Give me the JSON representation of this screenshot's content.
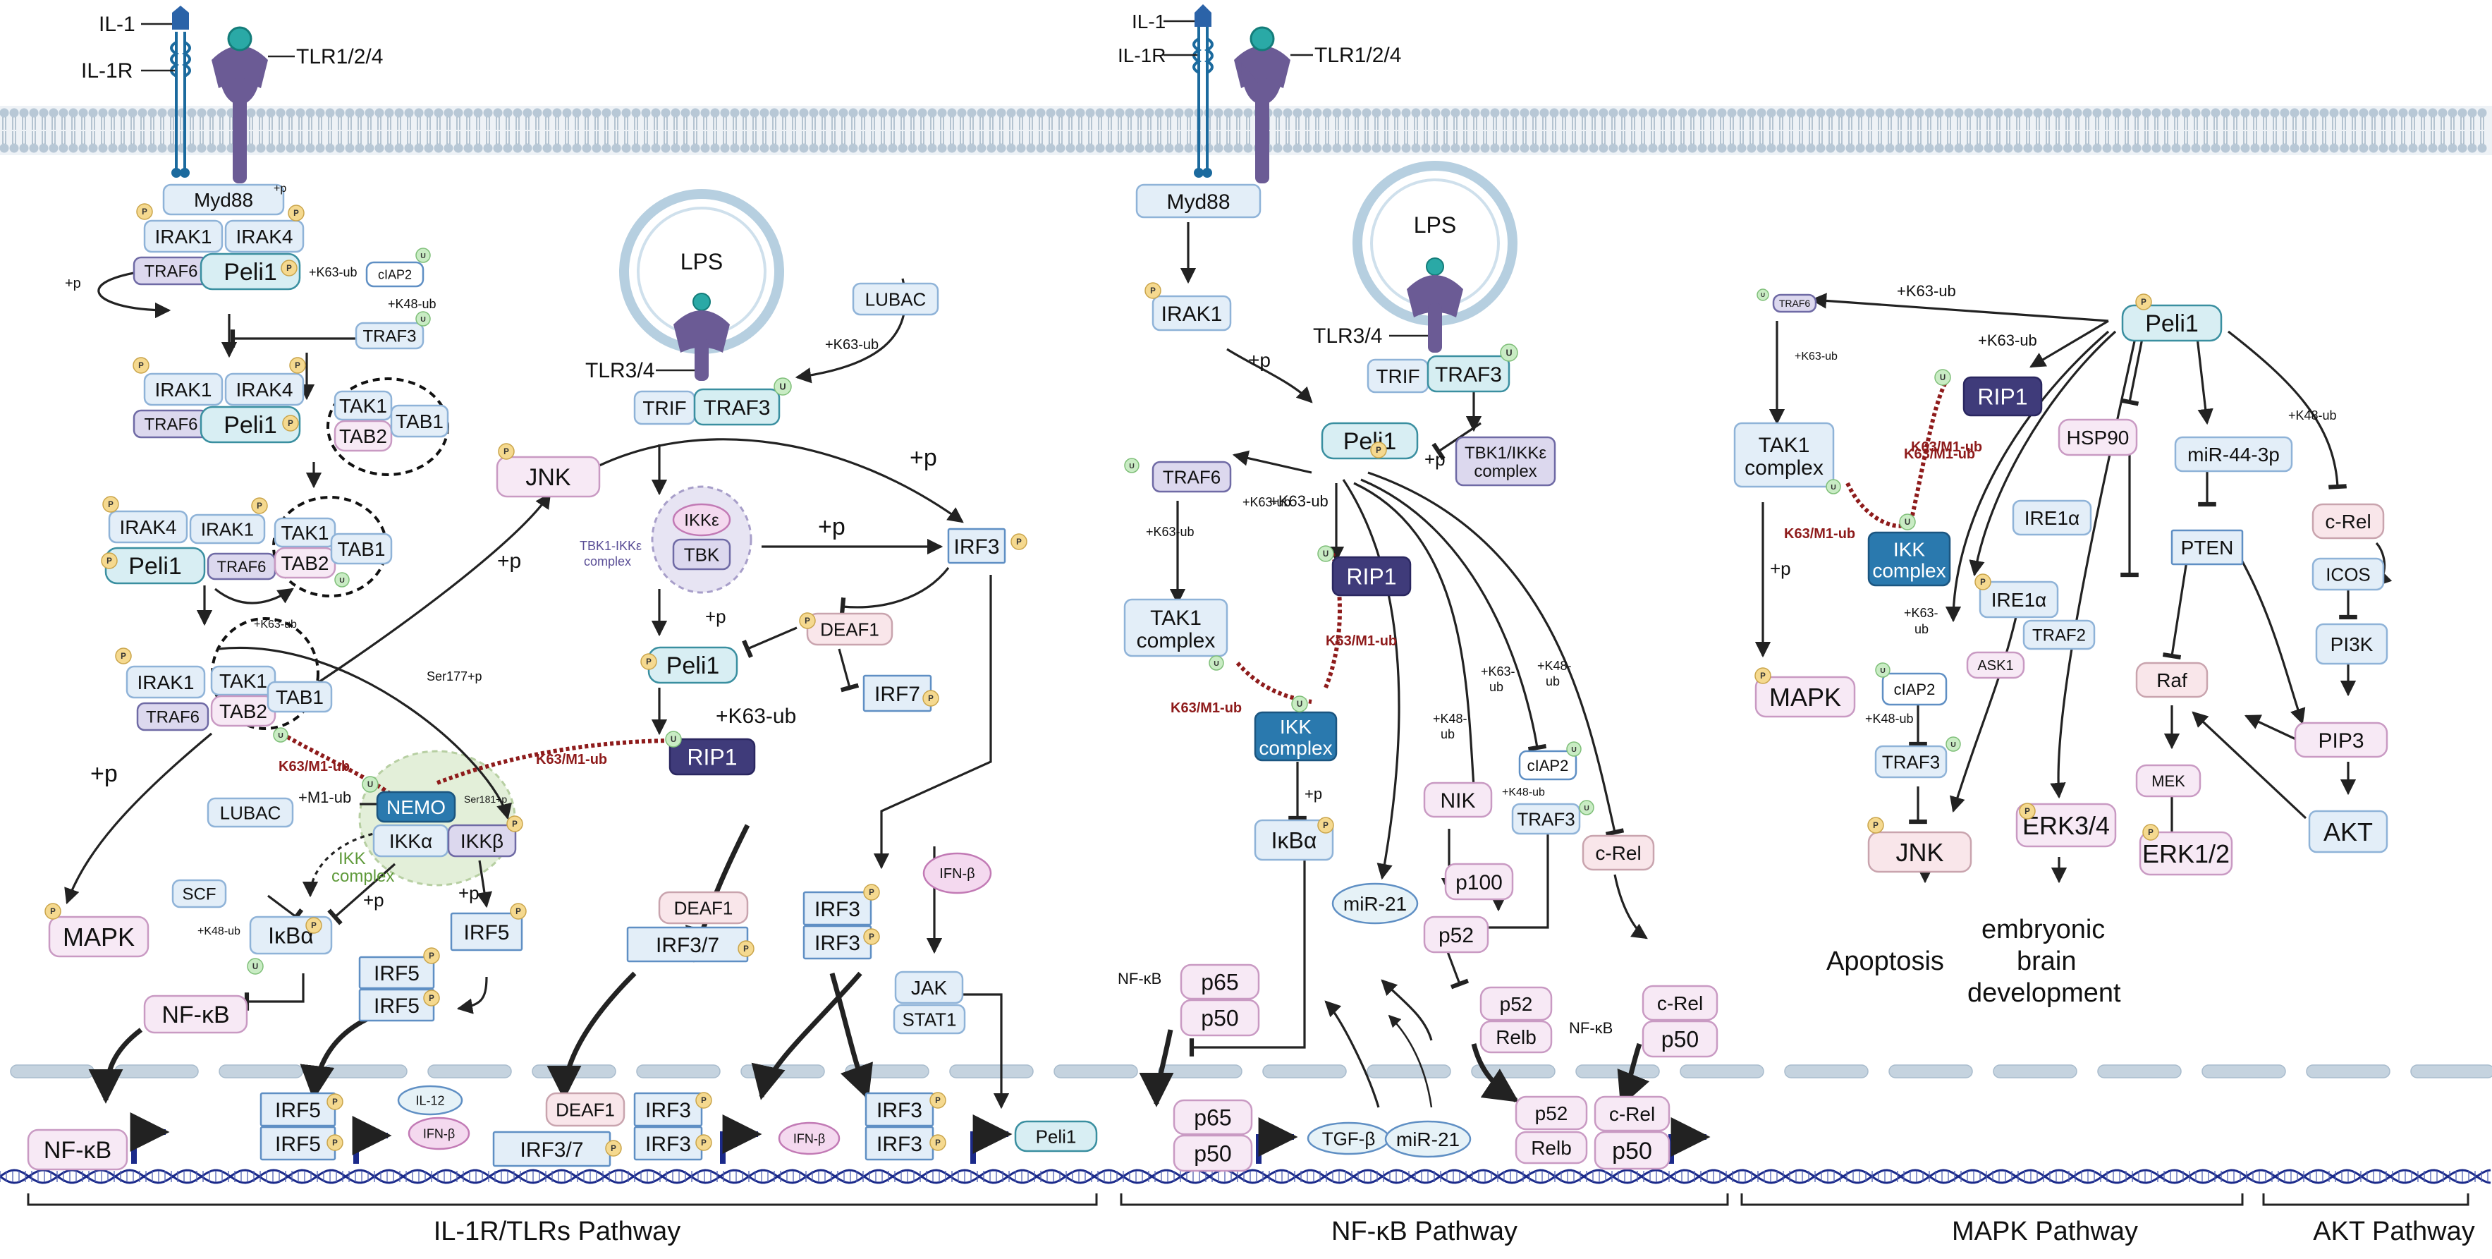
{
  "colors": {
    "membrane": "#b8c8d6",
    "membrane_dark": "#8fa6b9",
    "receptor_purple": "#6b5b95",
    "il1r_blue": "#1b6a9e",
    "teal_ligand": "#2aa9a6",
    "box_light_blue_fill": "#e3eef8",
    "box_light_blue_stroke": "#8fb3d8",
    "box_pink_fill": "#f7e9f5",
    "box_pink_stroke": "#c99ac3",
    "box_purple_fill": "#dcd8ee",
    "dark_purple": "#3f3b7a",
    "ikk_blue": "#2a79ae",
    "p_badge": "#f5d98f",
    "u_badge": "#c9ecc4",
    "red_dotted": "#8e1b1b",
    "dna_blue": "#1b2a8a",
    "nuclear_envelope": "#c5d3df",
    "promoter_arrow": "#1b2a8a"
  },
  "badges": {
    "p": "P",
    "u": "U"
  },
  "membrane_left": {
    "il1": "IL-1",
    "il1r": "IL-1R",
    "tlr": "TLR1/2/4"
  },
  "membrane_right": {
    "il1": "IL-1",
    "il1r": "IL-1R",
    "tlr": "TLR1/2/4"
  },
  "panel1": {
    "myd88": "Myd88",
    "irak1": "IRAK1",
    "irak4": "IRAK4",
    "traf6": "TRAF6",
    "peli1": "Peli1",
    "ciap2": "cIAP2",
    "traf3": "TRAF3",
    "tak1": "TAK1",
    "tab1": "TAB1",
    "tab2": "TAB2",
    "jnk": "JNK",
    "mapk": "MAPK",
    "nemo": "NEMO",
    "ikka": "IKKα",
    "ikkb": "IKKβ",
    "ikk_complex": "IKK",
    "ikk_complex2": "complex",
    "lubac": "LUBAC",
    "scf": "SCF",
    "ikba": "IκBα",
    "nfkb": "NF-κB",
    "irf5": "IRF5",
    "il12": "IL-12",
    "ifnb": "IFN-β",
    "p_plus": "+p",
    "k63": "+K63-ub",
    "k48": "+K48-ub",
    "m1": "+M1-ub",
    "ser177": "Ser177+p",
    "ser181": "Ser181+p",
    "k63m1": "K63/M1-ub"
  },
  "panel2": {
    "lps": "LPS",
    "tlr34": "TLR3/4",
    "trif": "TRIF",
    "traf3": "TRAF3",
    "lubac": "LUBAC",
    "k63": "+K63-ub",
    "ikke": "IKKε",
    "tbk": "TBK",
    "tbk_complex1": "TBK1-IKKε",
    "tbk_complex2": "complex",
    "peli1": "Peli1",
    "rip1": "RIP1",
    "irf3": "IRF3",
    "deaf1": "DEAF1",
    "irf7": "IRF7",
    "irf37": "IRF3/7",
    "ifnb": "IFN-β",
    "jak": "JAK",
    "stat1": "STAT1",
    "p_plus": "+p",
    "k63m1": "K63/M1-ub"
  },
  "panel3": {
    "myd88": "Myd88",
    "irak1": "IRAK1",
    "lps": "LPS",
    "tlr34": "TLR3/4",
    "trif": "TRIF",
    "traf3": "TRAF3",
    "tbk_complex1": "TBK1/IKKε",
    "tbk_complex2": "complex",
    "peli1": "Peli1",
    "traf6": "TRAF6",
    "tak1": "TAK1",
    "complex": "complex",
    "rip1": "RIP1",
    "ikk": "IKK",
    "ikba": "IκBα",
    "nik": "NIK",
    "ciap2": "cIAP2",
    "traf3b": "TRAF3",
    "p100": "p100",
    "p52": "p52",
    "relb": "Relb",
    "crel": "c-Rel",
    "p50": "p50",
    "p65": "p65",
    "nfkb": "NF-κB",
    "mir21": "miR-21",
    "tgfb": "TGF-β",
    "k63": "+K63-ub",
    "k63_short": "+K63-",
    "ub": "ub",
    "k48": "+K48-ub",
    "k48_short": "+K48-",
    "p_plus": "+p",
    "k63m1": "K63/M1-ub"
  },
  "panel4": {
    "traf6": "TRAF6",
    "peli1": "Peli1",
    "k63": "+K63-ub",
    "k48": "+K48-ub",
    "k63_short": "+K63-",
    "ub": "ub",
    "tak1": "TAK1",
    "complex": "complex",
    "rip1": "RIP1",
    "ikk": "IKK",
    "hsp90": "HSP90",
    "ire1a": "IRE1α",
    "traf2": "TRAF2",
    "ask1": "ASK1",
    "mir44": "miR-44-3p",
    "pten": "PTEN",
    "crel": "c-Rel",
    "icos": "ICOS",
    "pi3k": "PI3K",
    "pip3": "PIP3",
    "akt": "AKT",
    "raf": "Raf",
    "mek": "MEK",
    "erk12": "ERK1/2",
    "erk34": "ERK3/4",
    "ciap2": "cIAP2",
    "traf3": "TRAF3",
    "jnk": "JNK",
    "mapk": "MAPK",
    "apoptosis": "Apoptosis",
    "embryonic1": "embryonic",
    "embryonic2": "brain",
    "embryonic3": "development",
    "p_plus": "+p",
    "k63m1": "K63/M1-ub"
  },
  "nucleus": {
    "nfkb": "NF-κB",
    "irf5": "IRF5",
    "il12": "IL-12",
    "ifnb": "IFN-β",
    "deaf1": "DEAF1",
    "irf37": "IRF3/7",
    "irf3": "IRF3",
    "peli1": "Peli1",
    "p65": "p65",
    "p50": "p50",
    "tgfb": "TGF-β",
    "mir21": "miR-21",
    "p52": "p52",
    "relb": "Relb",
    "crel": "c-Rel"
  },
  "pathways": {
    "p1": "IL-1R/TLRs Pathway",
    "p2": "NF-κB Pathway",
    "p3": "MAPK Pathway",
    "p4": "AKT Pathway"
  }
}
